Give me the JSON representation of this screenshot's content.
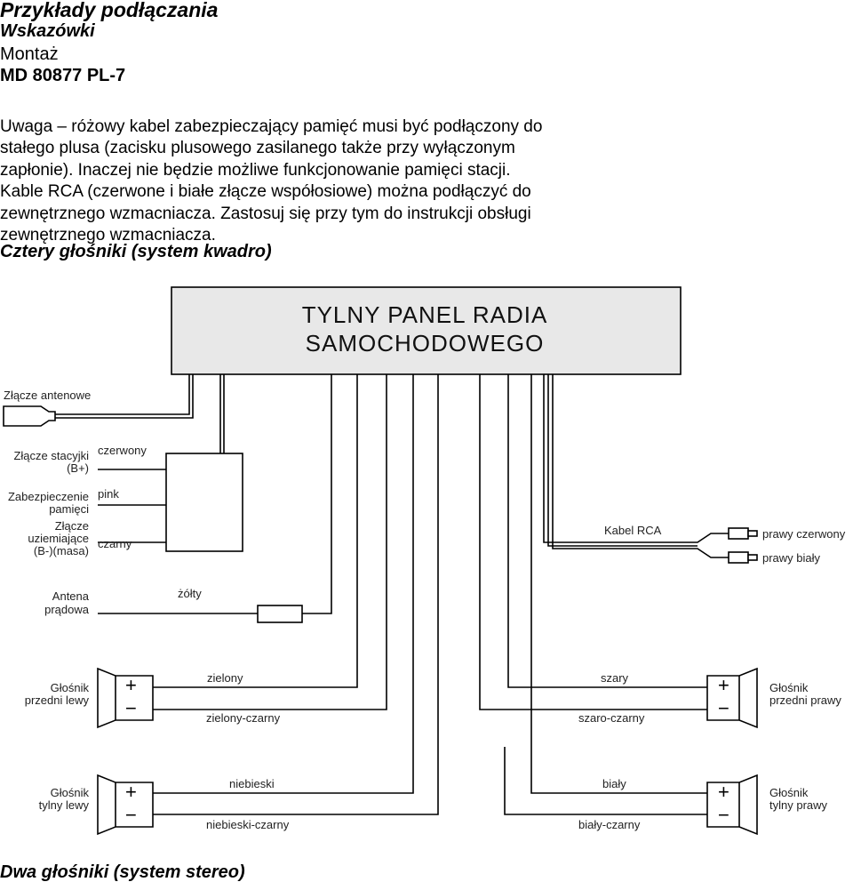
{
  "header": {
    "title": "Przykłady podłączania",
    "subtitle": "Wskazówki",
    "mounting": "Montaż",
    "model": "MD 80877 PL-7"
  },
  "note_lines": [
    "Uwaga – różowy kabel zabezpieczający pamięć musi być podłączony do",
    "stałego plusa (zacisku plusowego zasilanego także przy wyłączonym",
    "zapłonie). Inaczej nie będzie możliwe funkcjonowanie pamięci stacji.",
    "Kable RCA (czerwone i białe złącze współosiowe) można podłączyć do",
    "zewnętrznego wzmacniacza. Zastosuj się przy tym do instrukcji obsługi",
    "zewnętrznego wzmacniacza."
  ],
  "sections": {
    "quad": "Cztery głośniki (system kwadro)",
    "stereo": "Dwa głośniki (system stereo)"
  },
  "diagram": {
    "panel": {
      "line1": "TYLNY PANEL RADIA",
      "line2": "SAMOCHODOWEGO",
      "fill": "#e8e8e8"
    },
    "antenna_connector": "Złącze antenowe",
    "ignition": {
      "line1": "Złącze stacyjki",
      "line2": "(B+)",
      "wire": "czerwony"
    },
    "memory": {
      "line1": "Zabezpieczenie",
      "line2": "pamięci",
      "wire": "pink"
    },
    "ground": {
      "line1": "Złącze",
      "line2": "uziemiające",
      "line3": "(B-)(masa)",
      "wire": "czarny"
    },
    "power_antenna": {
      "line1": "Antena",
      "line2": "prądowa",
      "wire": "żółty"
    },
    "rca": {
      "cable": "Kabel RCA",
      "red": "prawy czerwony",
      "white": "prawy biały"
    },
    "front_left": {
      "line1": "Głośnik",
      "line2": "przedni lewy",
      "pos": "zielony",
      "neg": "zielony-czarny"
    },
    "front_right": {
      "line1": "Głośnik",
      "line2": "przedni prawy",
      "pos": "szary",
      "neg": "szaro-czarny"
    },
    "rear_left": {
      "line1": "Głośnik",
      "line2": "tylny lewy",
      "pos": "niebieski",
      "neg": "niebieski-czarny"
    },
    "rear_right": {
      "line1": "Głośnik",
      "line2": "tylny prawy",
      "pos": "biały",
      "neg": "biały-czarny"
    },
    "plus": "+",
    "minus": "−"
  }
}
